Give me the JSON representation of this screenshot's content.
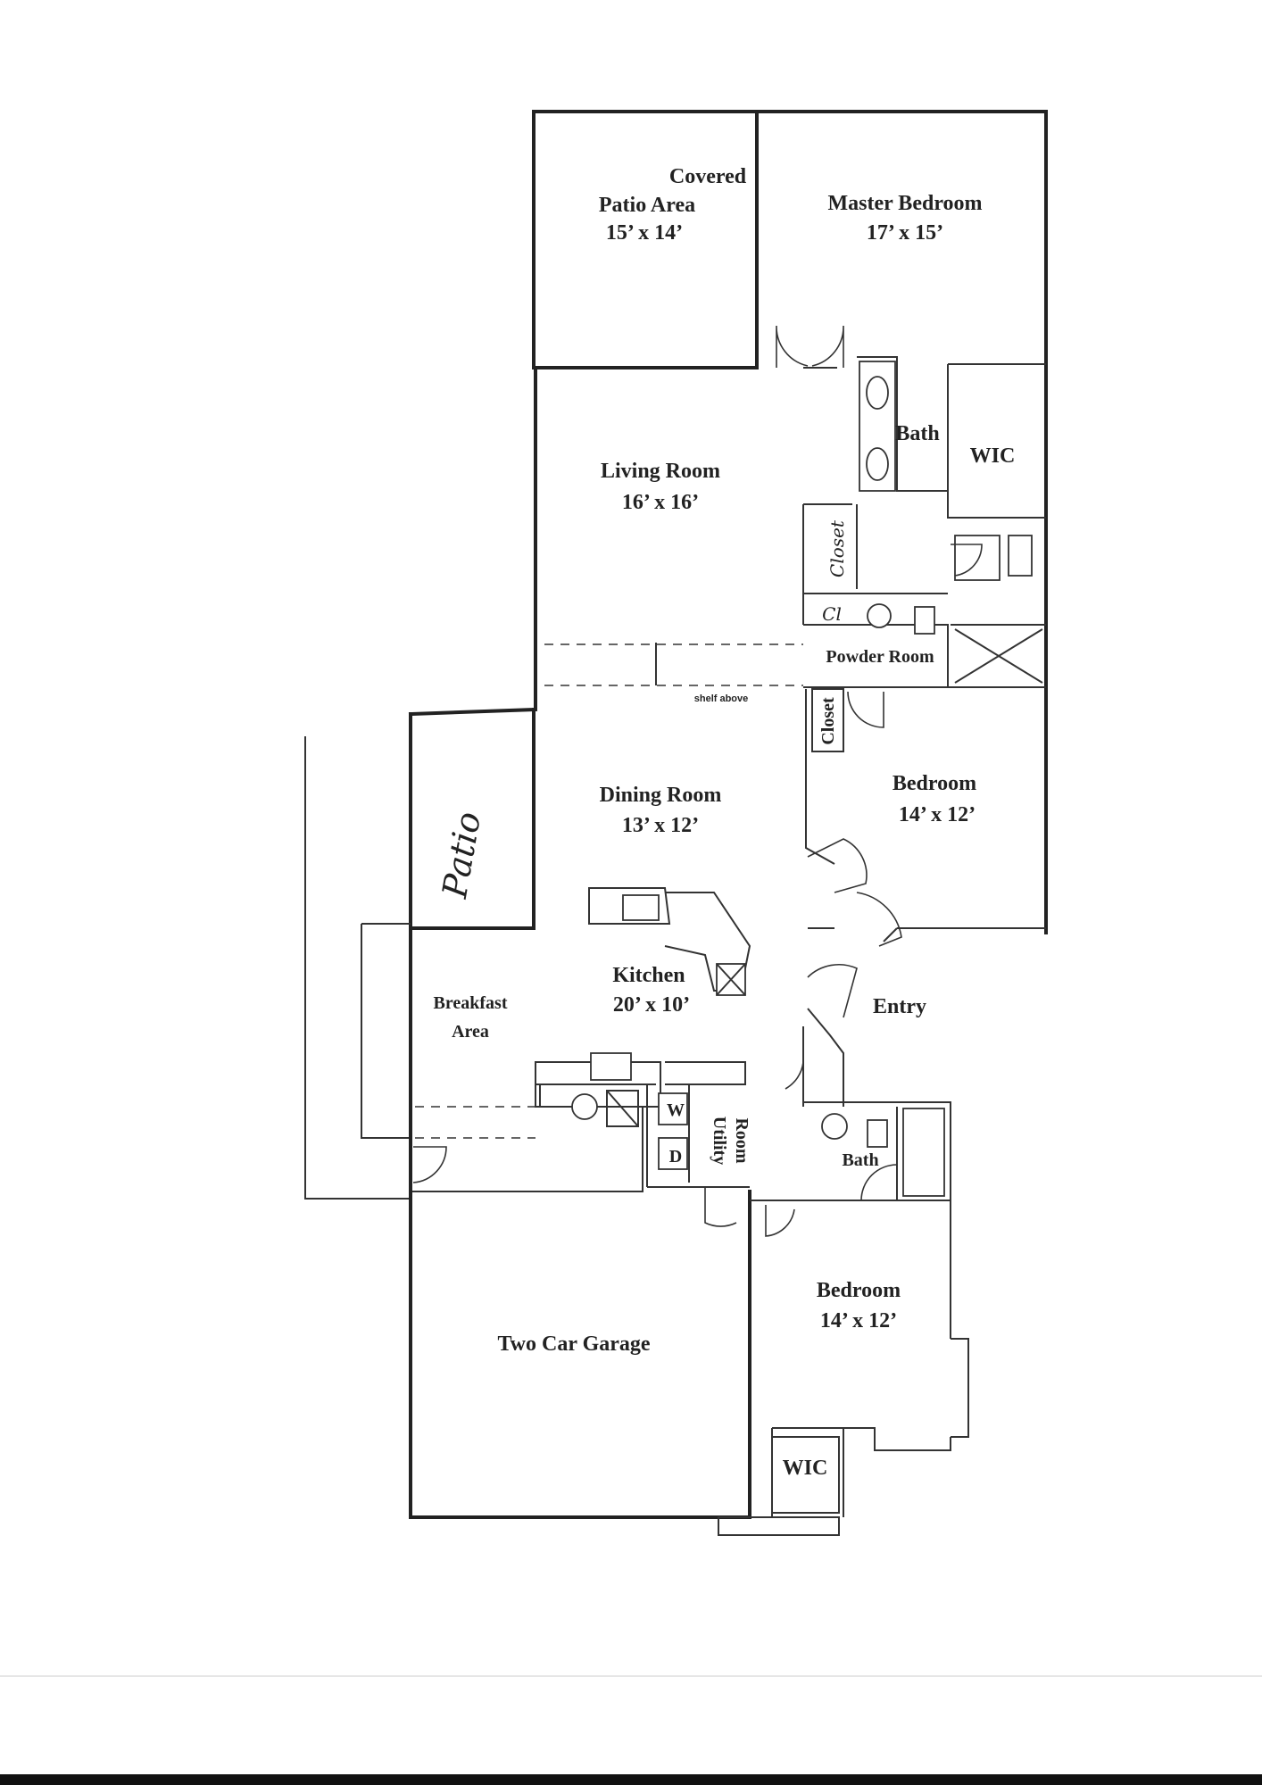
{
  "rooms": {
    "covered_patio": {
      "line1": "Covered",
      "line2": "Patio Area",
      "size": "15’ x 14’"
    },
    "master_bedroom": {
      "name": "Master Bedroom",
      "size": "17’ x 15’"
    },
    "living_room": {
      "name": "Living Room",
      "size": "16’ x 16’"
    },
    "master_bath": {
      "name": "Bath"
    },
    "master_wic": {
      "name": "WIC"
    },
    "closet_hall": {
      "name": "Closet"
    },
    "cl": {
      "name": "Cl"
    },
    "powder_room": {
      "name": "Powder Room"
    },
    "shelf_above": {
      "name": "shelf above"
    },
    "closet_bed": {
      "name": "Closet"
    },
    "dining_room": {
      "name": "Dining Room",
      "size": "13’ x 12’"
    },
    "bedroom_2": {
      "name": "Bedroom",
      "size": "14’ x 12’"
    },
    "patio": {
      "name": "Patio"
    },
    "kitchen": {
      "name": "Kitchen",
      "size": "20’ x 10’"
    },
    "breakfast": {
      "line1": "Breakfast",
      "line2": "Area"
    },
    "entry": {
      "name": "Entry"
    },
    "washer": {
      "name": "W"
    },
    "dryer": {
      "name": "D"
    },
    "utility": {
      "line1": "Utility",
      "line2": "Room"
    },
    "bath_2": {
      "name": "Bath"
    },
    "bedroom_3": {
      "name": "Bedroom",
      "size": "14’ x 12’"
    },
    "garage": {
      "name": "Two Car Garage"
    },
    "wic_3": {
      "name": "WIC"
    }
  }
}
